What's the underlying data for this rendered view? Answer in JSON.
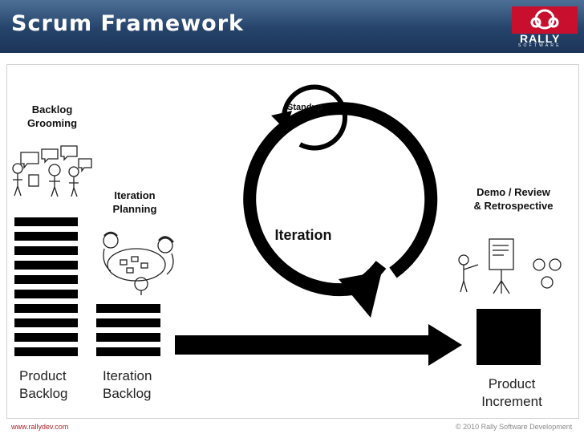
{
  "slide": {
    "title": "Scrum Framework"
  },
  "logo": {
    "name": "RALLY",
    "tagline": "SOFTWARE"
  },
  "stages": {
    "backlog_grooming": "Backlog\nGrooming",
    "iteration_planning": "Iteration\nPlanning",
    "standup": "Standup",
    "iteration": "Iteration",
    "demo_review": "Demo / Review\n& Retrospective"
  },
  "artifacts": {
    "product_backlog": "Product\nBacklog",
    "iteration_backlog": "Iteration\nBacklog",
    "product_increment": "Product\nIncrement"
  },
  "footer": {
    "website": "www.rallydev.com",
    "copyright": "© 2010 Rally Software Development"
  },
  "colors": {
    "header_top": "#4d6f96",
    "header_bottom": "#1c3558",
    "logo_red": "#c8102e",
    "footer_link": "#b0222b"
  }
}
